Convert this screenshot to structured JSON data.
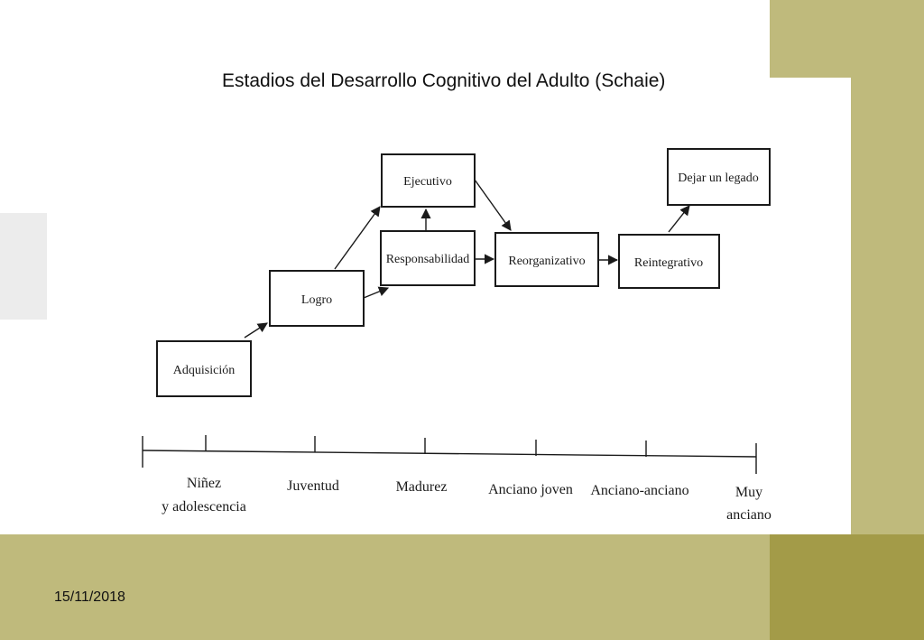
{
  "slide": {
    "title": "Estadios del Desarrollo Cognitivo del Adulto (Schaie)",
    "date": "15/11/2018"
  },
  "colors": {
    "olive_light": "#bfba7c",
    "olive_dark": "#a39b48",
    "grey_tile": "#ececec",
    "paper": "#ffffff",
    "ink": "#1a1a1a"
  },
  "diagram": {
    "stages": {
      "adquisicion": "Adquisición",
      "logro": "Logro",
      "ejecutivo": "Ejecutivo",
      "responsabilidad": "Responsabilidad",
      "reorganizativo": "Reorganizativo",
      "reintegrativo": "Reintegrativo",
      "legado": "Dejar un legado"
    },
    "periods": {
      "ninez_1": "Niñez",
      "ninez_2": "y adolescencia",
      "juventud": "Juventud",
      "madurez": "Madurez",
      "anciano_joven": "Anciano joven",
      "anciano_anciano": "Anciano-anciano",
      "muy_1": "Muy",
      "muy_2": "anciano"
    }
  }
}
